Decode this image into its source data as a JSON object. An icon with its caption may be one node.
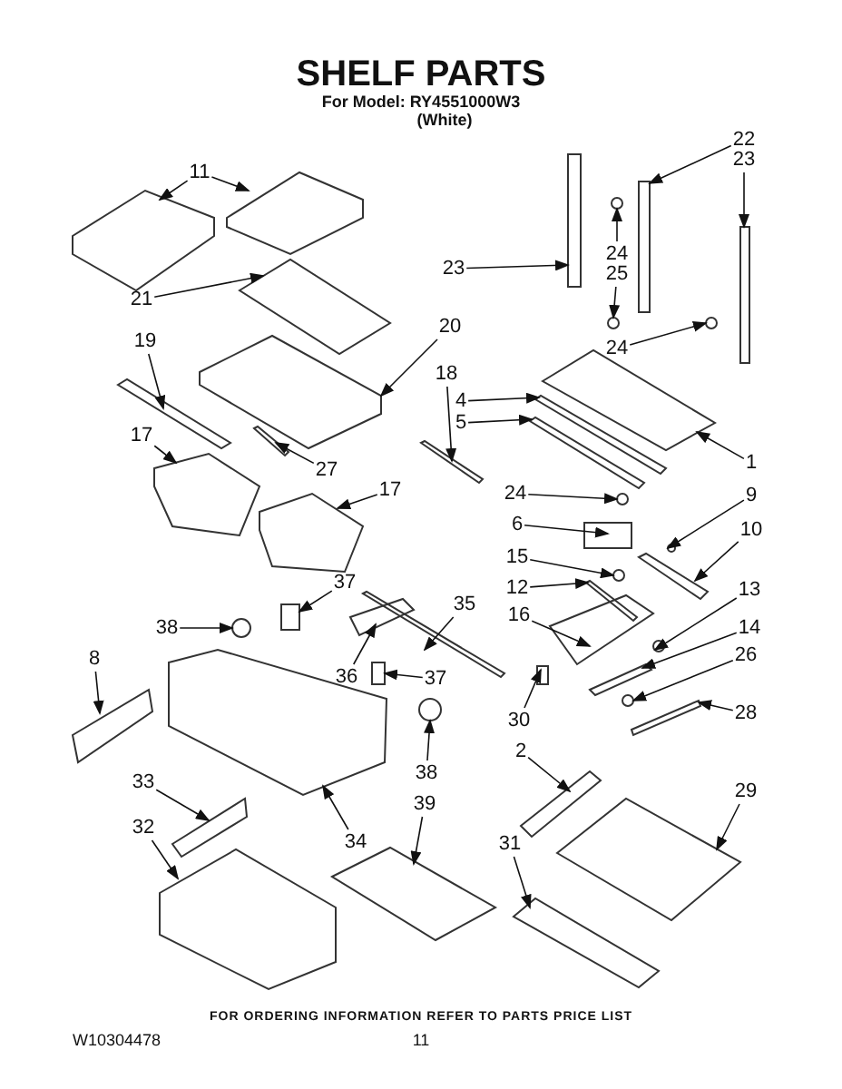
{
  "diagram": {
    "title": "SHELF PARTS",
    "nodes": [
      {
        "text": [
          "11"
        ]
      },
      {
        "text": [
          "21"
        ]
      },
      {
        "text": [
          "19"
        ]
      },
      {
        "text": [
          "20"
        ]
      },
      {
        "text": [
          "18"
        ]
      },
      {
        "text": [
          "17"
        ]
      },
      {
        "text": [
          "27"
        ]
      },
      {
        "text": [
          "17"
        ]
      },
      {
        "text": [
          "23"
        ]
      },
      {
        "text": [
          "22"
        ]
      },
      {
        "text": [
          "23"
        ]
      },
      {
        "text": [
          "24"
        ]
      },
      {
        "text": [
          "25"
        ]
      },
      {
        "text": [
          "24"
        ]
      },
      {
        "text": [
          "4"
        ]
      },
      {
        "text": [
          "5"
        ]
      },
      {
        "text": [
          "1"
        ]
      },
      {
        "text": [
          "24"
        ]
      },
      {
        "text": [
          "6"
        ]
      },
      {
        "text": [
          "9"
        ]
      },
      {
        "text": [
          "10"
        ]
      },
      {
        "text": [
          "15"
        ]
      },
      {
        "text": [
          "12"
        ]
      },
      {
        "text": [
          "13"
        ]
      },
      {
        "text": [
          "16"
        ]
      },
      {
        "text": [
          "14"
        ]
      },
      {
        "text": [
          "26"
        ]
      },
      {
        "text": [
          "28"
        ]
      },
      {
        "text": [
          "30"
        ]
      },
      {
        "text": [
          "2"
        ]
      },
      {
        "text": [
          "29"
        ]
      },
      {
        "text": [
          "31"
        ]
      },
      {
        "text": [
          "37"
        ]
      },
      {
        "text": [
          "35"
        ]
      },
      {
        "text": [
          "38"
        ]
      },
      {
        "text": [
          "36"
        ]
      },
      {
        "text": [
          "37"
        ]
      },
      {
        "text": [
          "8"
        ]
      },
      {
        "text": [
          "38"
        ]
      },
      {
        "text": [
          "34"
        ]
      },
      {
        "text": [
          "39"
        ]
      },
      {
        "text": [
          "33"
        ]
      },
      {
        "text": [
          "32"
        ]
      },
      {
        "text": [],
        "shape": "picture"
      },
      {
        "text": [],
        "shape": "picture"
      },
      {
        "text": [],
        "shape": "picture"
      },
      {
        "text": [],
        "shape": "bar"
      },
      {
        "text": [],
        "shape": "picture"
      },
      {
        "text": [],
        "shape": "bar"
      },
      {
        "text": [],
        "shape": "picture"
      },
      {
        "text": [],
        "shape": "bar"
      },
      {
        "text": [],
        "shape": "picture"
      },
      {
        "text": [],
        "shape": "bar"
      },
      {
        "text": [],
        "shape": "bar"
      },
      {
        "text": [],
        "shape": "bar"
      },
      {
        "text": [],
        "shape": "circle"
      },
      {
        "text": [],
        "shape": "circle"
      },
      {
        "text": [],
        "shape": "circle"
      },
      {
        "text": [],
        "shape": "bar"
      },
      {
        "text": [],
        "shape": "bar"
      },
      {
        "text": [],
        "shape": "picture"
      },
      {
        "text": [],
        "shape": "circle"
      },
      {
        "text": [],
        "shape": "box"
      },
      {
        "text": [],
        "shape": "circle"
      },
      {
        "text": [],
        "shape": "bar"
      },
      {
        "text": [],
        "shape": "circle"
      },
      {
        "text": [],
        "shape": "bar"
      },
      {
        "text": [],
        "shape": "circle"
      },
      {
        "text": [],
        "shape": "picture"
      },
      {
        "text": [],
        "shape": "bar"
      },
      {
        "text": [],
        "shape": "circle"
      },
      {
        "text": [],
        "shape": "bar"
      },
      {
        "text": [],
        "shape": "box"
      },
      {
        "text": [],
        "shape": "bar"
      },
      {
        "text": [],
        "shape": "picture"
      },
      {
        "text": [],
        "shape": "picture"
      },
      {
        "text": [],
        "shape": "box"
      },
      {
        "text": [],
        "shape": "bar"
      },
      {
        "text": [],
        "shape": "circle"
      },
      {
        "text": [],
        "shape": "picture"
      },
      {
        "text": [],
        "shape": "box"
      },
      {
        "text": [],
        "shape": "picture"
      },
      {
        "text": [],
        "shape": "circle"
      },
      {
        "text": [],
        "shape": "picture"
      },
      {
        "text": [],
        "shape": "picture"
      },
      {
        "text": [],
        "shape": "picture"
      },
      {
        "text": [],
        "shape": "picture"
      }
    ],
    "edges": [
      {
        "from": 0,
        "to": 43,
        "arrow": "to"
      },
      {
        "from": 0,
        "to": 44,
        "arrow": "to"
      },
      {
        "from": 1,
        "to": 45,
        "arrow": "to"
      },
      {
        "from": 2,
        "to": 46,
        "arrow": "to"
      },
      {
        "from": 3,
        "to": 47,
        "arrow": "to"
      },
      {
        "from": 4,
        "to": 48,
        "arrow": "to"
      },
      {
        "from": 5,
        "to": 49,
        "arrow": "to"
      },
      {
        "from": 6,
        "to": 50,
        "arrow": "to"
      },
      {
        "from": 7,
        "to": 51,
        "arrow": "to"
      },
      {
        "from": 8,
        "to": 52,
        "arrow": "to"
      },
      {
        "from": 9,
        "to": 53,
        "arrow": "to"
      },
      {
        "from": 10,
        "to": 54,
        "arrow": "to"
      },
      {
        "from": 11,
        "to": 55,
        "arrow": "to"
      },
      {
        "from": 12,
        "to": 56,
        "arrow": "to"
      },
      {
        "from": 13,
        "to": 57,
        "arrow": "to"
      },
      {
        "from": 14,
        "to": 58,
        "arrow": "to"
      },
      {
        "from": 15,
        "to": 59,
        "arrow": "to"
      },
      {
        "from": 16,
        "to": 60,
        "arrow": "to"
      },
      {
        "from": 17,
        "to": 61,
        "arrow": "to"
      },
      {
        "from": 18,
        "to": 62,
        "arrow": "to"
      },
      {
        "from": 19,
        "to": 63,
        "arrow": "to"
      },
      {
        "from": 20,
        "to": 64,
        "arrow": "to"
      },
      {
        "from": 21,
        "to": 65,
        "arrow": "to"
      },
      {
        "from": 22,
        "to": 66,
        "arrow": "to"
      },
      {
        "from": 23,
        "to": 67,
        "arrow": "to"
      },
      {
        "from": 24,
        "to": 68,
        "arrow": "to"
      },
      {
        "from": 25,
        "to": 69,
        "arrow": "to"
      },
      {
        "from": 26,
        "to": 70,
        "arrow": "to"
      },
      {
        "from": 27,
        "to": 71,
        "arrow": "to"
      },
      {
        "from": 28,
        "to": 72,
        "arrow": "to"
      },
      {
        "from": 29,
        "to": 73,
        "arrow": "to"
      },
      {
        "from": 30,
        "to": 74,
        "arrow": "to"
      },
      {
        "from": 31,
        "to": 75,
        "arrow": "to"
      },
      {
        "from": 32,
        "to": 76,
        "arrow": "to"
      },
      {
        "from": 33,
        "to": 77,
        "arrow": "to"
      },
      {
        "from": 34,
        "to": 78,
        "arrow": "to"
      },
      {
        "from": 35,
        "to": 79,
        "arrow": "to"
      },
      {
        "from": 36,
        "to": 80,
        "arrow": "to"
      },
      {
        "from": 37,
        "to": 81,
        "arrow": "to"
      },
      {
        "from": 38,
        "to": 82,
        "arrow": "to"
      },
      {
        "from": 39,
        "to": 83,
        "arrow": "to"
      },
      {
        "from": 40,
        "to": 84,
        "arrow": "to"
      },
      {
        "from": 41,
        "to": 85,
        "arrow": "to"
      },
      {
        "from": 42,
        "to": 86,
        "arrow": "to"
      }
    ],
    "labels": [
      "For Model: RY4551000W3",
      "(White)",
      "FOR ORDERING INFORMATION REFER TO PARTS PRICE LIST",
      "W10304478",
      "11"
    ]
  }
}
